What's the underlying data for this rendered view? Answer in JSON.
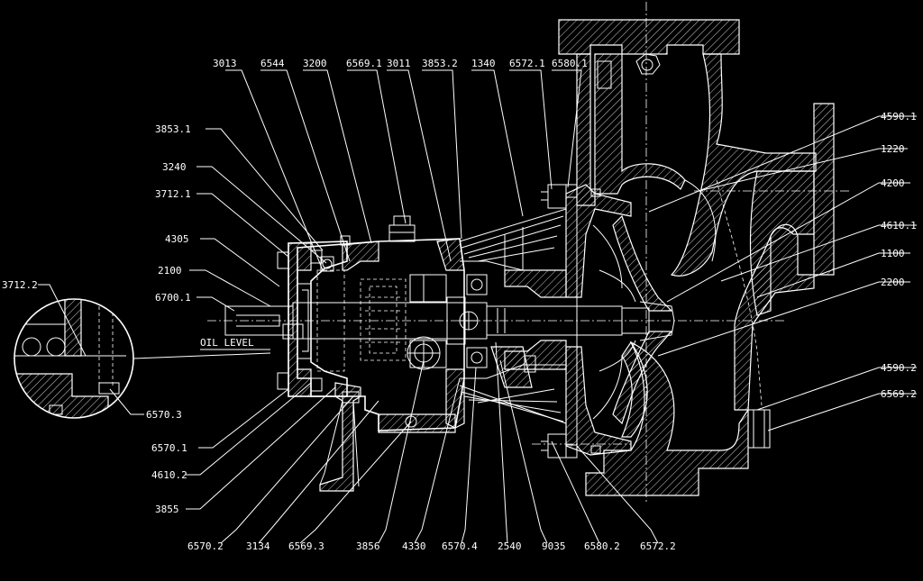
{
  "diagram": {
    "note": "OIL LEVEL",
    "labels_top": [
      "3013",
      "6544",
      "3200",
      "6569.1",
      "3011",
      "3853.2",
      "1340",
      "6572.1",
      "6580.1"
    ],
    "labels_left": [
      "3853.1",
      "3240",
      "3712.1",
      "4305",
      "2100",
      "6700.1"
    ],
    "labels_right": [
      "4590.1",
      "1220",
      "4200",
      "4610.1",
      "1100",
      "2200",
      "4590.2",
      "6569.2"
    ],
    "labels_bottom_left": [
      "6570.1",
      "4610.2",
      "3855"
    ],
    "labels_bottom": [
      "6570.2",
      "3134",
      "6569.3",
      "3856",
      "4330",
      "6570.4",
      "2540",
      "9035",
      "6580.2",
      "6572.2"
    ],
    "detail_labels": [
      "3712.2",
      "6570.3"
    ]
  }
}
